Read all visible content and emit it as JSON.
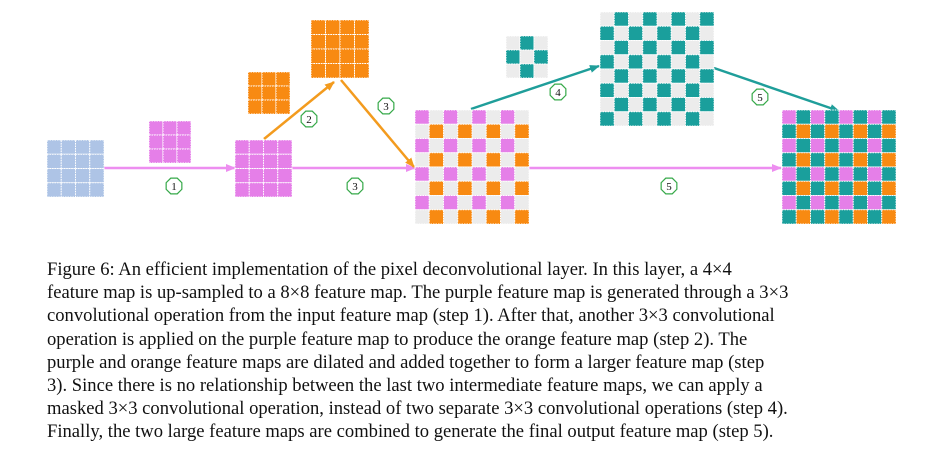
{
  "figure": {
    "colors": {
      "input_blue": "#aec4e6",
      "purple": "#e57fe8",
      "orange": "#f88a12",
      "teal": "#1a9f9c",
      "empty_gray": "#ececec",
      "arrow_purple": "#ed8ef0",
      "arrow_orange": "#f39b1e",
      "arrow_teal": "#1f9e9a",
      "badge_green": "#35a848"
    },
    "steps": [
      {
        "id": "1",
        "label": "1"
      },
      {
        "id": "2",
        "label": "2"
      },
      {
        "id": "3a",
        "label": "3"
      },
      {
        "id": "3b",
        "label": "3"
      },
      {
        "id": "4",
        "label": "4"
      },
      {
        "id": "5a",
        "label": "5"
      },
      {
        "id": "5b",
        "label": "5"
      }
    ]
  },
  "caption": {
    "lines": [
      "Figure 6:   An efficient implementation of the pixel deconvolutional layer.  In this layer, a 4×4",
      "feature map is up-sampled to a 8×8 feature map. The purple feature map is generated through a 3×3",
      "convolutional operation from the input feature map (step 1). After that, another 3×3 convolutional",
      "operation is applied on the purple feature map to produce the orange feature map (step 2).  The",
      "purple and orange feature maps are dilated and added together to form a larger feature map (step",
      "3).  Since there is no relationship between the last two intermediate feature maps, we can apply a",
      "masked 3×3 convolutional operation, instead of two separate 3×3 convolutional operations (step 4).",
      "Finally, the two large feature maps are combined to generate the final output feature map (step 5)."
    ]
  }
}
